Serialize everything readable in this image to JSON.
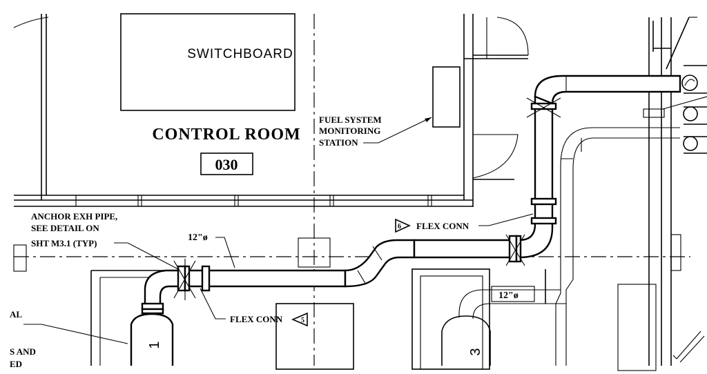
{
  "rooms": {
    "switchboard": "SWITCHBOARD",
    "control_room": "CONTROL ROOM",
    "room_number": "030"
  },
  "notes": {
    "fuel_system": [
      "FUEL SYSTEM",
      "MONITORING",
      "STATION"
    ],
    "anchor": [
      "ANCHOR EXH PIPE,",
      "SEE DETAIL ON",
      "SHT M3.1 (TYP)"
    ],
    "left_cut": [
      "AL",
      "S AND",
      "ED"
    ]
  },
  "pipes": {
    "size_main": "12\"ø",
    "size_secondary": "12\"ø"
  },
  "flex_connections": [
    {
      "label": "FLEX CONN",
      "tag": "6"
    },
    {
      "label": "FLEX CONN",
      "tag": "5"
    }
  ],
  "equipment": {
    "engine_1": "1",
    "engine_3": "3"
  }
}
